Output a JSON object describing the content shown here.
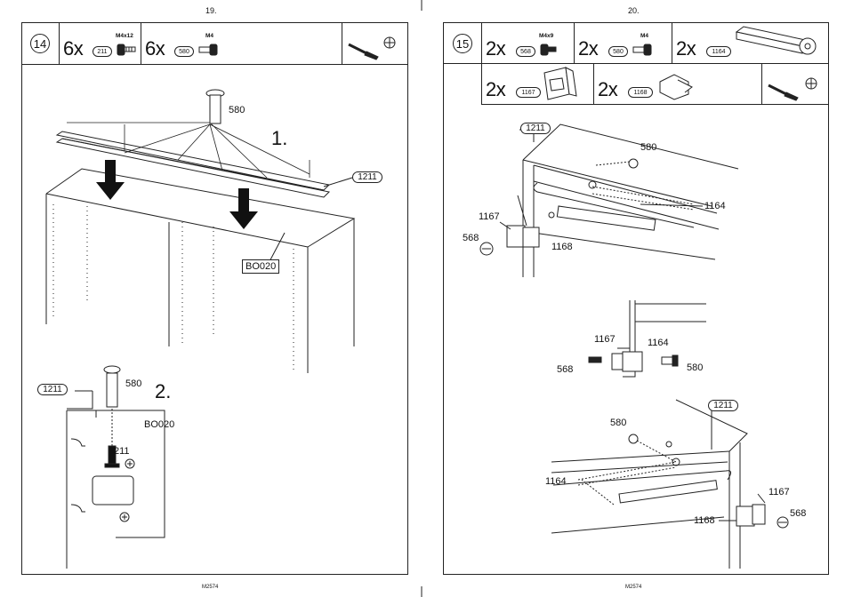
{
  "left": {
    "page_number": "19.",
    "footer": "M2574",
    "step": "14",
    "parts": [
      {
        "qty": "6x",
        "id": "211",
        "size": "M4x12"
      },
      {
        "qty": "6x",
        "id": "580",
        "size": "M4"
      }
    ],
    "labels": {
      "screw_580": "580",
      "step1": "1.",
      "rail": "1211",
      "panel": "BO020",
      "detail_rail": "1211",
      "detail_580": "580",
      "step2": "2.",
      "detail_panel": "BO020",
      "detail_211": "211"
    }
  },
  "right": {
    "page_number": "20.",
    "footer": "M2574",
    "step": "15",
    "parts_row1": [
      {
        "qty": "2x",
        "id": "568",
        "size": "M4x9"
      },
      {
        "qty": "2x",
        "id": "580",
        "size": "M4"
      },
      {
        "qty": "2x",
        "id": "1164",
        "size": ""
      }
    ],
    "parts_row2": [
      {
        "qty": "2x",
        "id": "1167"
      },
      {
        "qty": "2x",
        "id": "1168"
      }
    ],
    "labels": {
      "top_rail": "1211",
      "top_580": "580",
      "top_1164": "1164",
      "top_1167": "1167",
      "top_568": "568",
      "top_1168": "1168",
      "mid_1167": "1167",
      "mid_1164": "1164",
      "mid_568": "568",
      "mid_580": "580",
      "bot_rail": "1211",
      "bot_580": "580",
      "bot_1164": "1164",
      "bot_1167": "1167",
      "bot_1168": "1168",
      "bot_568": "568"
    }
  }
}
